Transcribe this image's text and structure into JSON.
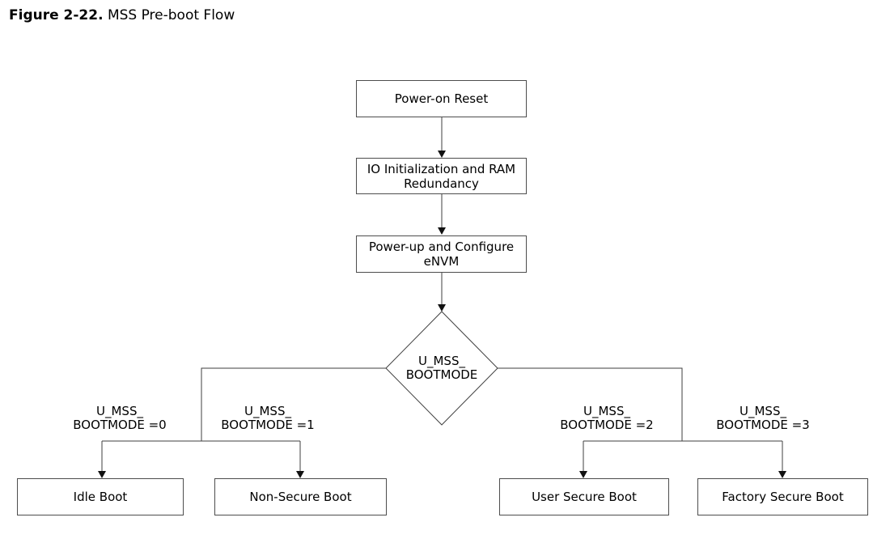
{
  "figure": {
    "label": "Figure 2-22.",
    "title": "MSS Pre-boot Flow"
  },
  "flowchart": {
    "type": "flowchart",
    "process_nodes": [
      {
        "name": "power-on-reset",
        "label": "Power-on Reset"
      },
      {
        "name": "io-initialization-ram-redundancy",
        "label": "IO Initialization and RAM\nRedundancy"
      },
      {
        "name": "power-up-configure-envm",
        "label": "Power-up and Configure\neNVM"
      }
    ],
    "decision": {
      "name": "bootmode-decision",
      "label": "U_MSS_\nBOOTMODE"
    },
    "branches": [
      {
        "condition": "U_MSS_\nBOOTMODE =0",
        "target": "Idle Boot"
      },
      {
        "condition": "U_MSS_\nBOOTMODE =1",
        "target": "Non-Secure Boot"
      },
      {
        "condition": "U_MSS_\nBOOTMODE =2",
        "target": "User Secure Boot"
      },
      {
        "condition": "U_MSS_\nBOOTMODE =3",
        "target": "Factory Secure Boot"
      }
    ],
    "colors": {
      "line": "#3f3f3f",
      "box_border": "#4d4d4d",
      "arrowhead": "#111111",
      "text": "#000000",
      "background": "#ffffff"
    }
  }
}
